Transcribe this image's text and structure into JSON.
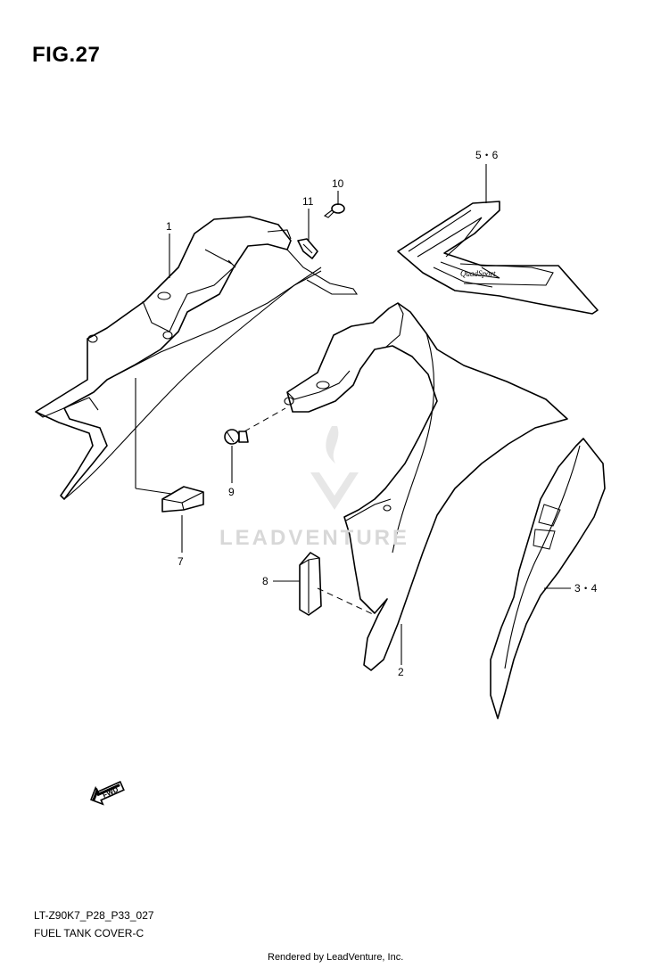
{
  "figure": {
    "title": "FIG.27",
    "code": "LT-Z90K7_P28_P33_027",
    "name": "FUEL TANK COVER-C",
    "credit": "Rendered by LeadVenture, Inc.",
    "watermark": "LEADVENTURE"
  },
  "callouts": {
    "c1": "1",
    "c2": "2",
    "c34": "3・4",
    "c56": "5・6",
    "c7": "7",
    "c8": "8",
    "c9": "9",
    "c10": "10",
    "c11": "11"
  },
  "decal": {
    "logo": "QuadSport"
  },
  "fwd": {
    "label": "FWD"
  },
  "icons": [
    "fwd-arrow-icon",
    "leadventure-logo-icon"
  ]
}
